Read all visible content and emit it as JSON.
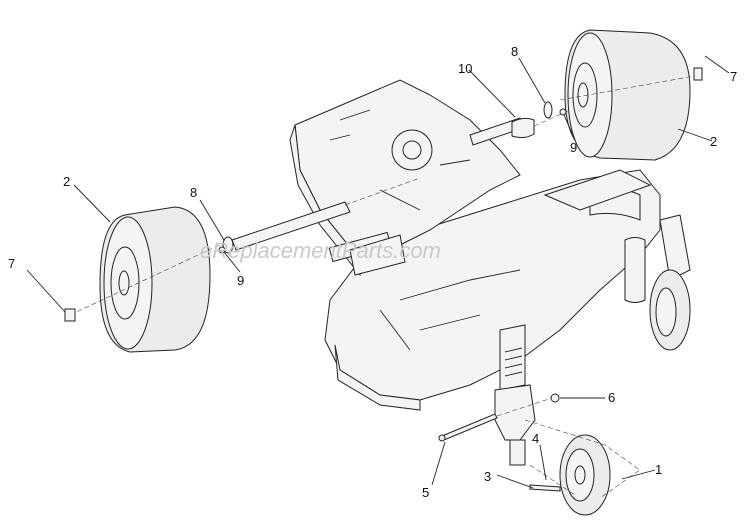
{
  "watermark": "eReplacementParts.com",
  "callouts": {
    "c1": "1",
    "c2_right": "2",
    "c2_left": "2",
    "c3": "3",
    "c4": "4",
    "c5": "5",
    "c6": "6",
    "c7_right": "7",
    "c7_left": "7",
    "c8_right": "8",
    "c8_left": "8",
    "c9_right": "9",
    "c9_left": "9",
    "c10": "10"
  }
}
